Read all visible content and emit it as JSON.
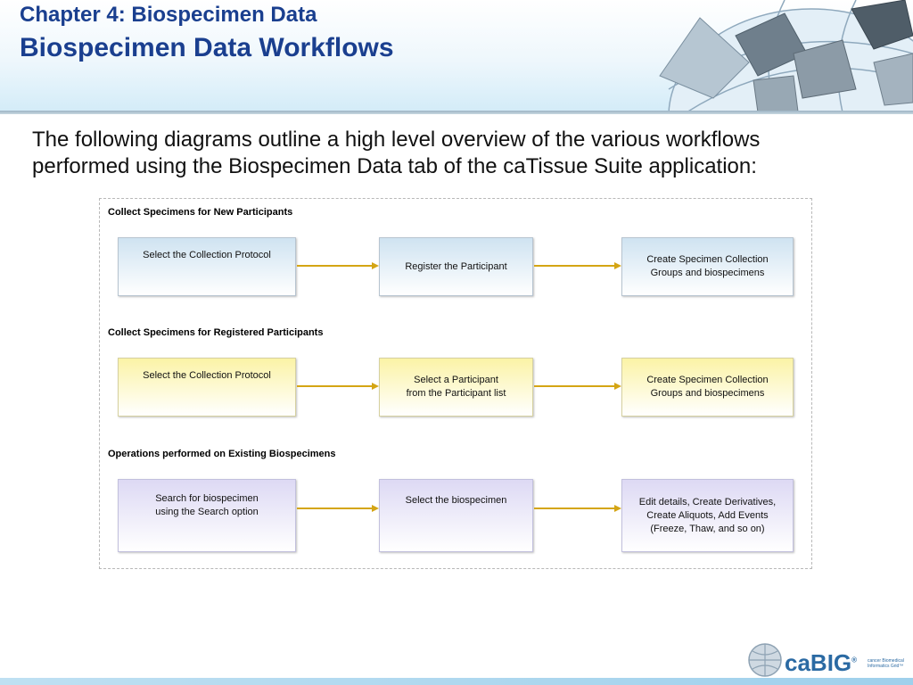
{
  "header": {
    "chapter": "Chapter 4: Biospecimen Data",
    "title": "Biospecimen Data Workflows"
  },
  "intro": {
    "line1": "The following diagrams outline a high level overview of the various workflows",
    "line2": "performed using the Biospecimen Data tab of the caTissue Suite application:"
  },
  "workflows": [
    {
      "title": "Collect Specimens for New Participants",
      "color": "#cfe3f1",
      "steps": [
        "Select the Collection Protocol",
        "Register  the Participant",
        "Create Specimen Collection\nGroups and biospecimens"
      ]
    },
    {
      "title": "Collect Specimens for Registered Participants",
      "color": "#fbf3a6",
      "steps": [
        "Select the Collection Protocol",
        "Select a Participant\nfrom the Participant list",
        "Create Specimen Collection\nGroups and biospecimens"
      ]
    },
    {
      "title": "Operations performed on Existing Biospecimens",
      "color": "#ddd9f4",
      "steps": [
        "Search for biospecimen\nusing the Search option",
        "Select the biospecimen",
        "Edit details, Create Derivatives,\nCreate Aliquots, Add Events\n(Freeze, Thaw, and so on)"
      ]
    }
  ],
  "arrow_color": "#d4a514",
  "logo": {
    "name": "caBIG",
    "tm": "®",
    "subtitle": "cancer Biomedical Informatics Grid™"
  }
}
